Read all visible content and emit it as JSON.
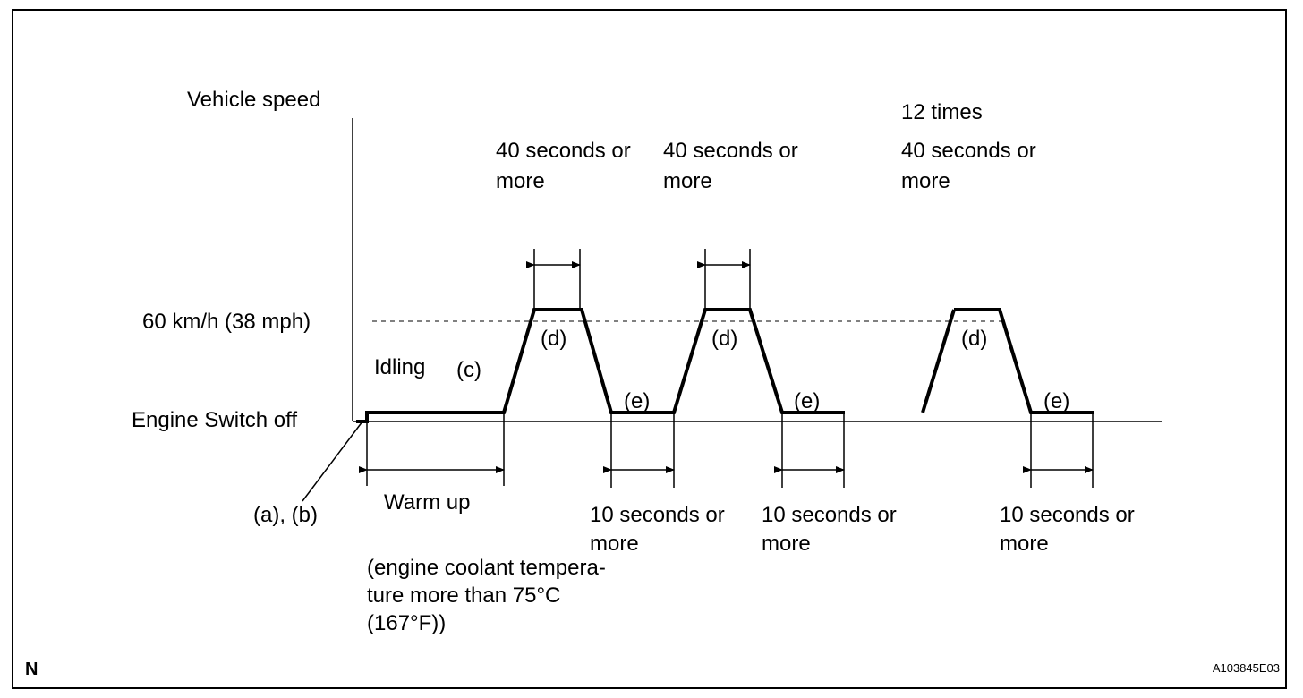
{
  "diagram": {
    "y_axis_label": "Vehicle speed",
    "speed_level_label": "60 km/h (38 mph)",
    "engine_off_label": "Engine Switch off",
    "idling_label": "Idling",
    "step_c": "(c)",
    "step_ab": "(a), (b)",
    "warmup_label": "Warm up",
    "warmup_condition": [
      "(engine coolant tempera-",
      "ture more  than 75°C",
      "(167°F))"
    ],
    "cycles": [
      {
        "hold_label": [
          "40 seconds or",
          "more"
        ],
        "step_d": "(d)",
        "step_e": "(e)",
        "idle_label": [
          "10 seconds or",
          "more"
        ]
      },
      {
        "hold_label": [
          "40 seconds or",
          "more"
        ],
        "step_d": "(d)",
        "step_e": "(e)",
        "idle_label": [
          "10 seconds or",
          "more"
        ]
      },
      {
        "hold_label": [
          "40 seconds or",
          "more"
        ],
        "step_d": "(d)",
        "step_e": "(e)",
        "idle_label": [
          "10 seconds or",
          "more"
        ]
      }
    ],
    "repeat_label": "12 times",
    "corner_mark": "N",
    "figure_id": "A103845E03"
  }
}
